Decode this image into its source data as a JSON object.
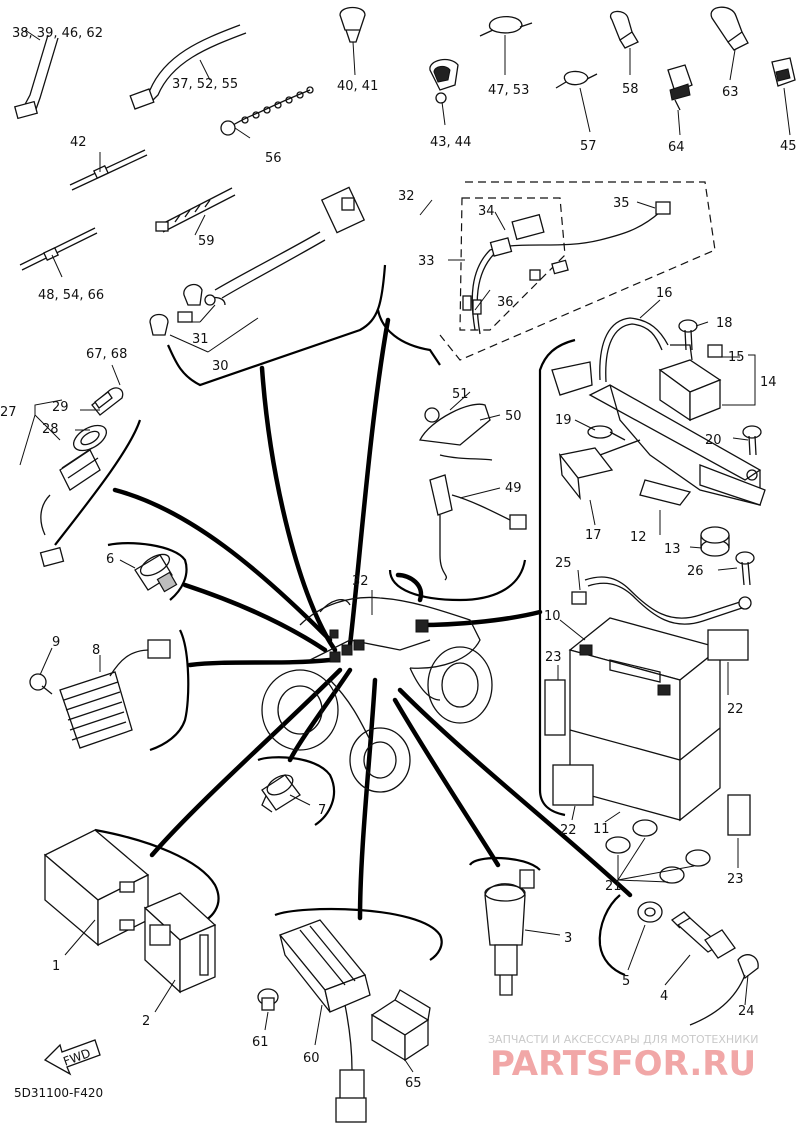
{
  "diagram_code": "5D31100-F420",
  "fwd_label": "FWD",
  "watermark": {
    "line1": "ЗАПЧАСТИ И АКСЕССУАРЫ ДЛЯ МОТОТЕХНИКИ",
    "line2": "PARTSFOR.RU"
  },
  "callouts": {
    "c1": "1",
    "c2": "2",
    "c3": "3",
    "c4": "4",
    "c5": "5",
    "c6": "6",
    "c7": "7",
    "c8": "8",
    "c9": "9",
    "c10": "10",
    "c11": "11",
    "c12": "12",
    "c13": "13",
    "c14": "14",
    "c15": "15",
    "c16": "16",
    "c17": "17",
    "c18": "18",
    "c19": "19",
    "c20": "20",
    "c21": "21",
    "c22a": "22",
    "c22b": "22",
    "c23a": "23",
    "c23b": "23",
    "c24": "24",
    "c25": "25",
    "c26": "26",
    "c27": "27",
    "c28": "28",
    "c29": "29",
    "c30": "30",
    "c31": "31",
    "c32a": "32",
    "c32b": "32",
    "c33": "33",
    "c34": "34",
    "c35": "35",
    "c36": "36",
    "c37": "37, 52, 55",
    "c38": "38, 39, 46, 62",
    "c40": "40, 41",
    "c42": "42",
    "c43": "43, 44",
    "c45": "45",
    "c47": "47, 53",
    "c48": "48, 54, 66",
    "c49": "49",
    "c50": "50",
    "c51": "51",
    "c56": "56",
    "c57": "57",
    "c58": "58",
    "c59": "59",
    "c60": "60",
    "c61": "61",
    "c63": "63",
    "c64": "64",
    "c65": "65",
    "c67": "67, 68"
  },
  "colors": {
    "line": "#111111",
    "watermark_red": "#f1a7a7",
    "watermark_grey": "#c9c9c9"
  }
}
